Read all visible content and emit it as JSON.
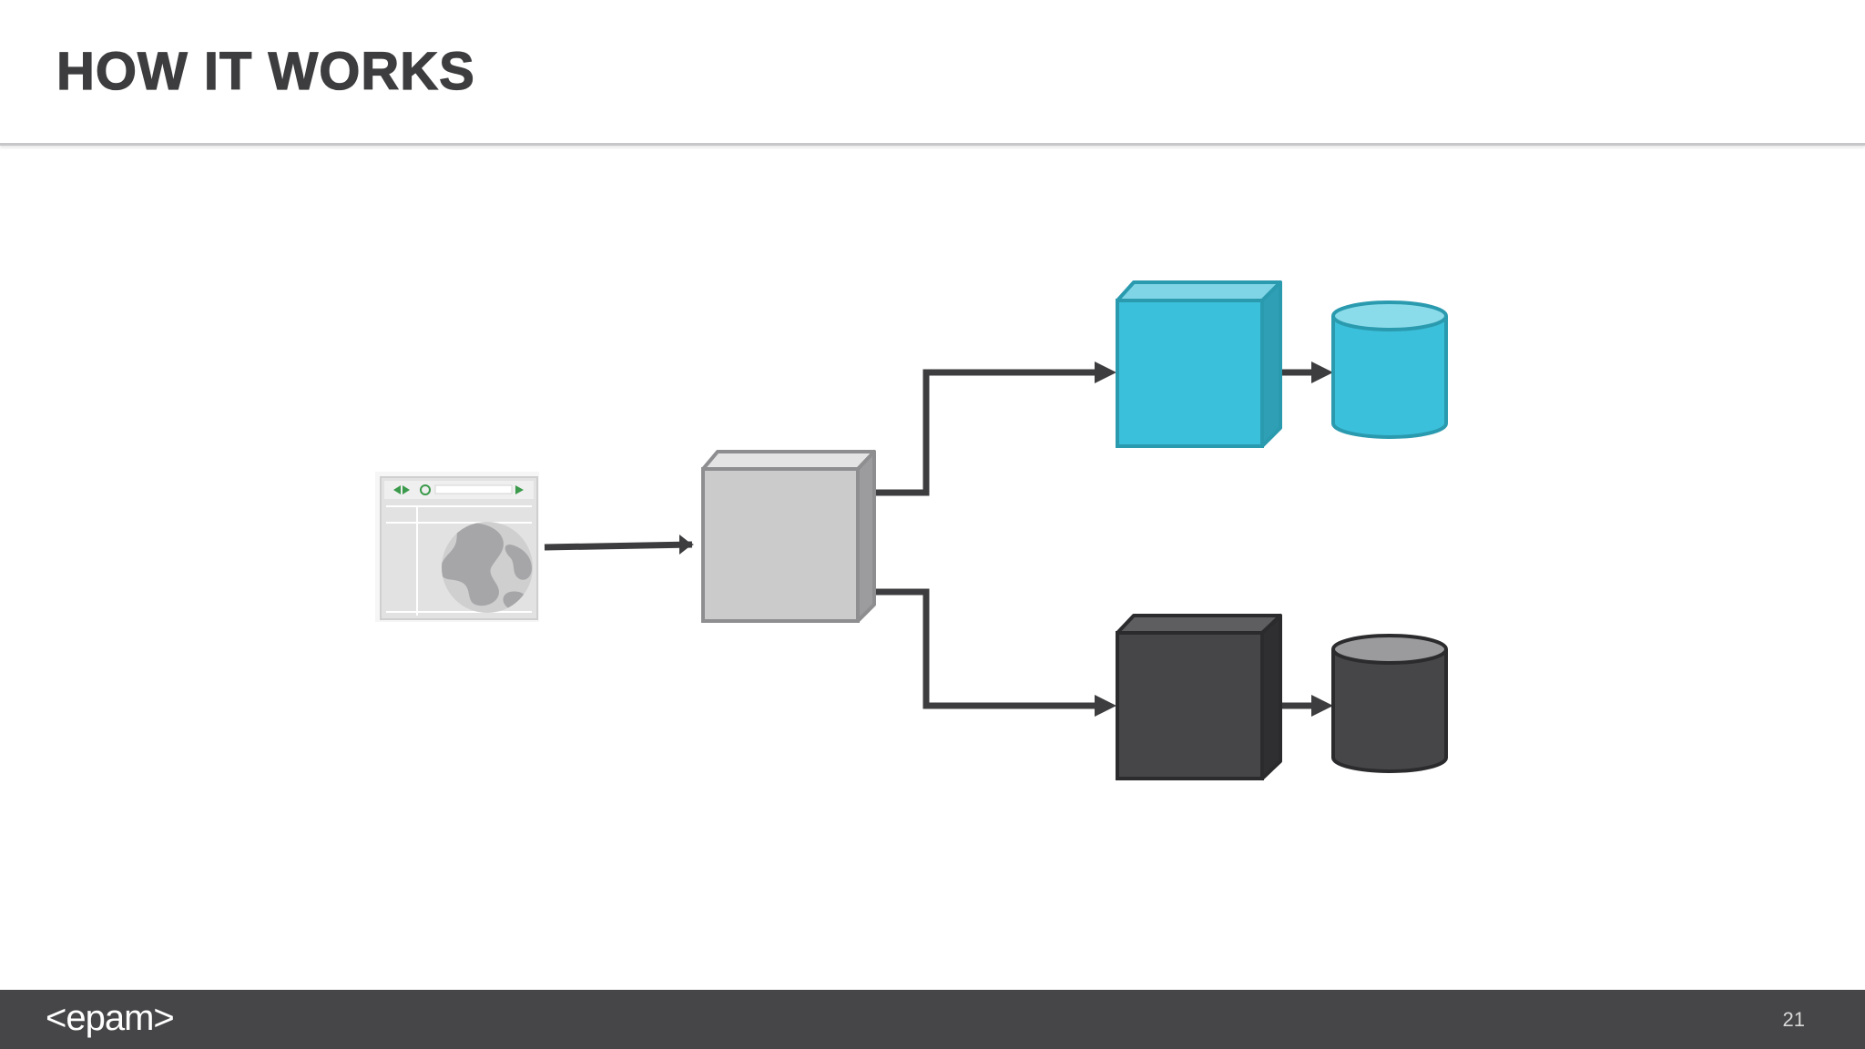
{
  "slide": {
    "title": "HOW IT WORKS"
  },
  "diagram": {
    "nodes": [
      {
        "id": "client",
        "icon": "browser-globe-icon"
      },
      {
        "id": "router",
        "icon": "gray-box-icon"
      },
      {
        "id": "service-a",
        "icon": "blue-box-icon"
      },
      {
        "id": "database-a",
        "icon": "blue-cylinder-icon"
      },
      {
        "id": "service-b",
        "icon": "dark-box-icon"
      },
      {
        "id": "database-b",
        "icon": "dark-cylinder-icon"
      }
    ],
    "edges": [
      {
        "from": "client",
        "to": "router"
      },
      {
        "from": "router",
        "to": "service-a"
      },
      {
        "from": "router",
        "to": "service-b"
      },
      {
        "from": "service-a",
        "to": "database-a"
      },
      {
        "from": "service-b",
        "to": "database-b"
      }
    ],
    "colors": {
      "blue": "#3bc0db",
      "blue_dark": "#2a9aaf",
      "dark": "#464547",
      "gray": "#cbcbcc",
      "connector": "#3d3d3f"
    }
  },
  "footer": {
    "logo": "<epam>",
    "page_number": "21"
  }
}
